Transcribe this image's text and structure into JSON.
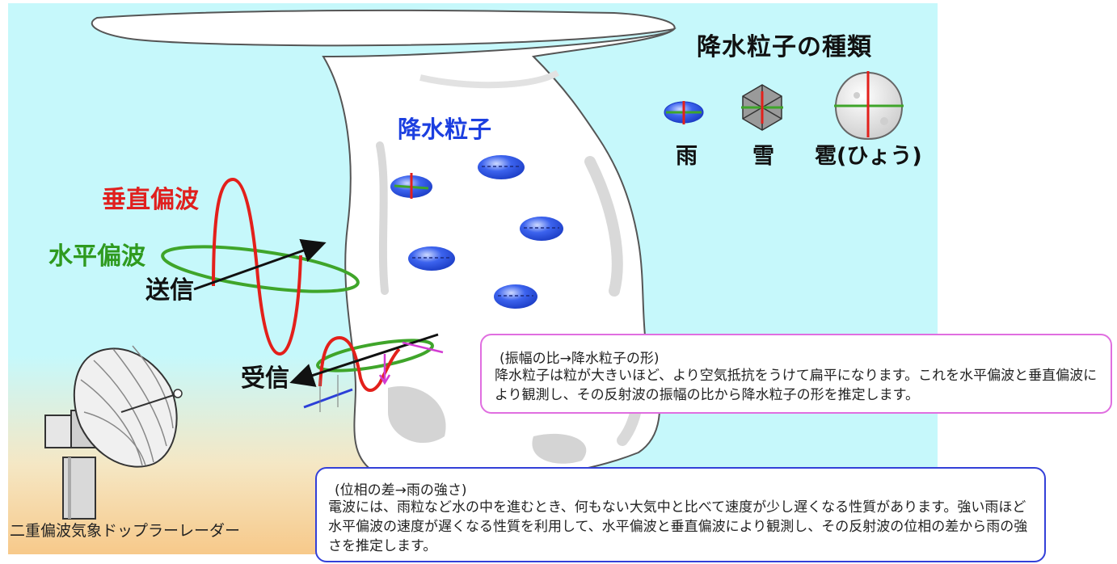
{
  "legend": {
    "title": "降水粒子の種類",
    "rain": "雨",
    "snow": "雪",
    "hail": "雹(ひょう)"
  },
  "particle_label": "降水粒子",
  "wave": {
    "vertical": "垂直偏波",
    "horizontal": "水平偏波",
    "transmit": "送信",
    "receive": "受信"
  },
  "radar_caption": "二重偏波気象ドップラーレーダー",
  "amplitude_box": {
    "heading": "(振幅の比→降水粒子の形)",
    "text": "降水粒子は粒が大きいほど、より空気抵抗をうけて扁平になります。これを水平偏波と垂直偏波により観測し、その反射波の振幅の比から降水粒子の形を推定します。"
  },
  "phase_box": {
    "heading": "(位相の差→雨の強さ)",
    "text": "電波には、雨粒など水の中を進むとき、何もない大気中と比べて速度が少し遅くなる性質があります。強い雨ほど水平偏波の速度が遅くなる性質を利用して、水平偏波と垂直偏波により観測し、その反射波の位相の差から雨の強さを推定します。"
  },
  "colors": {
    "sky": "#c6f8fb",
    "ground": "#f7c98a",
    "vertical_wave": "#e3201b",
    "horizontal_wave": "#3fa52a",
    "particle_blue": "#2b55e8",
    "amplitude_border": "#e06ee0",
    "phase_border": "#3340d8"
  }
}
